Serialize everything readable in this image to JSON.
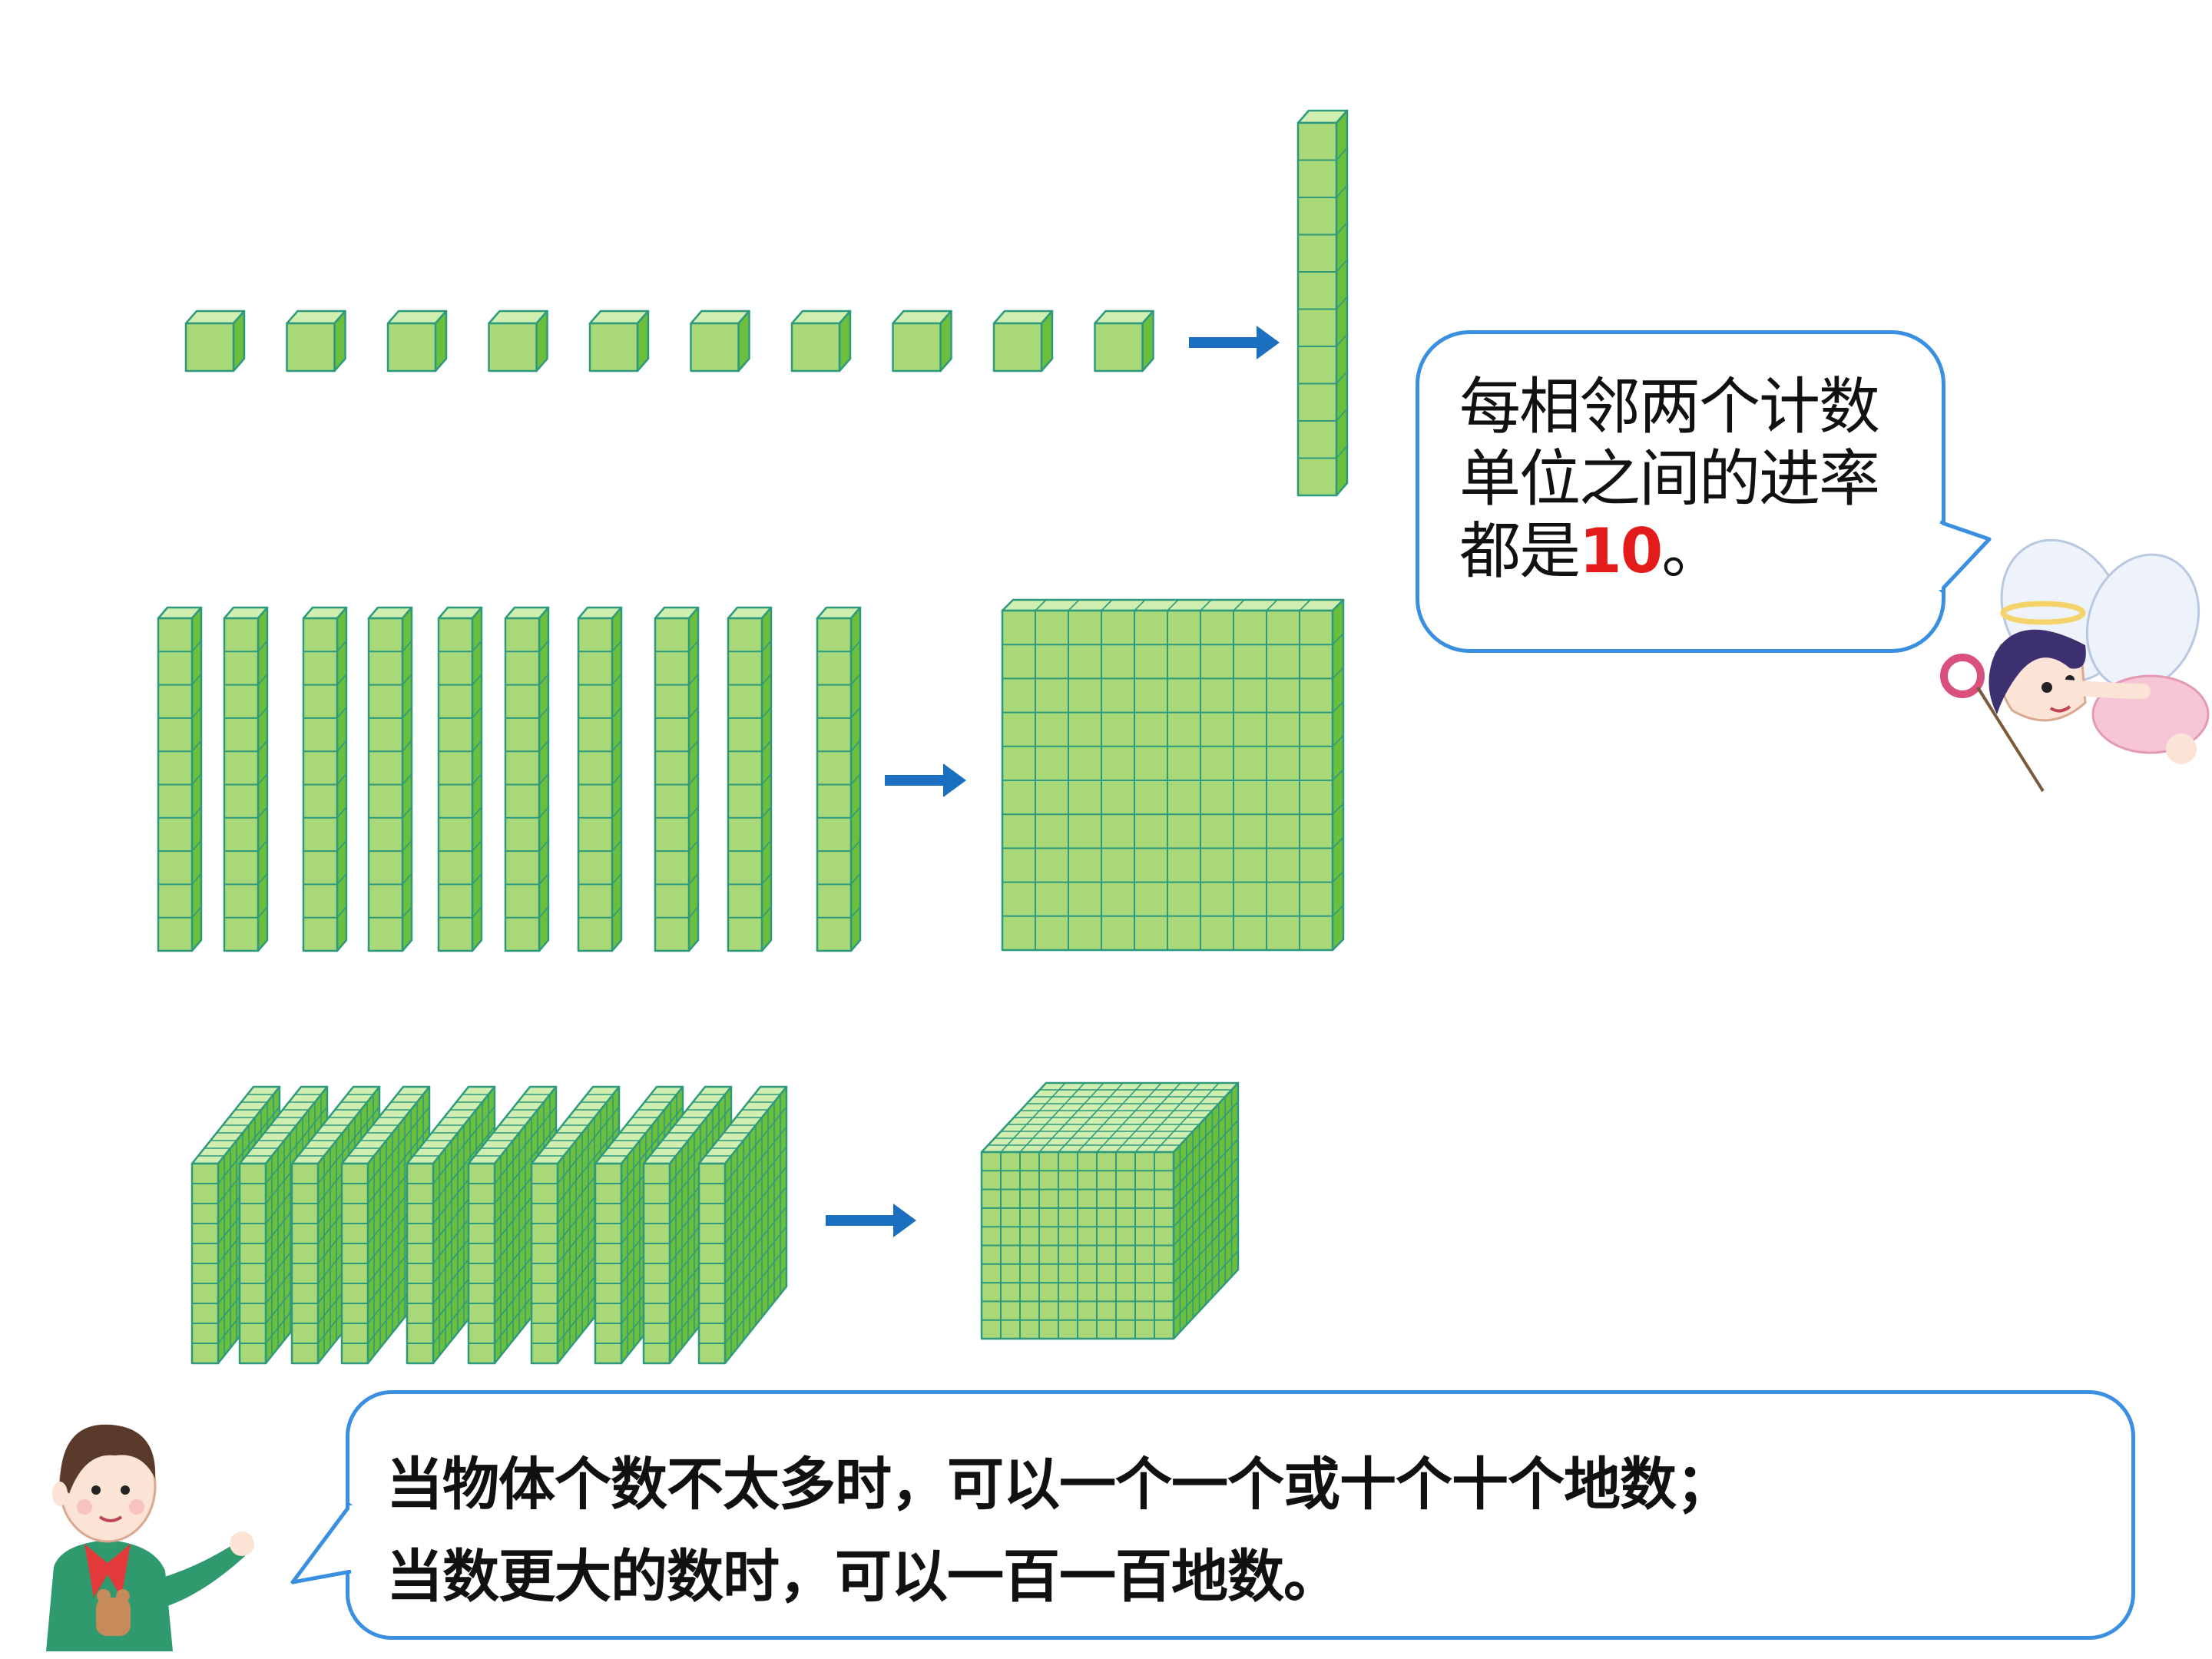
{
  "colors": {
    "cube_front": "#a8d878",
    "cube_top": "#cfeeb0",
    "cube_side": "#6cbf3c",
    "grid_line": "#2e9a7d",
    "arrow": "#1a6fbf",
    "bubble_border": "#3a8fe0",
    "highlight_text": "#e31b1b"
  },
  "figure": {
    "rows": [
      {
        "group_count": 10,
        "group_item": "unit-cube",
        "result": "ten-rod"
      },
      {
        "group_count": 10,
        "group_item": "ten-rod",
        "result": "hundred-flat"
      },
      {
        "group_count": 10,
        "group_item": "hundred-flat",
        "result": "thousand-cube"
      }
    ]
  },
  "speech_top": {
    "line1": "每相邻两个计数",
    "line2": "单位之间的进率",
    "line3_prefix": "都是",
    "highlight": "10",
    "line3_suffix": "。"
  },
  "speech_bottom": {
    "line1": "当物体个数不太多时，可以一个一个或十个十个地数；",
    "line2": "当数更大的数时，可以一百一百地数。"
  },
  "characters": [
    {
      "role": "angel-girl",
      "icon": "angel-character-icon"
    },
    {
      "role": "boy",
      "icon": "boy-character-icon"
    }
  ]
}
